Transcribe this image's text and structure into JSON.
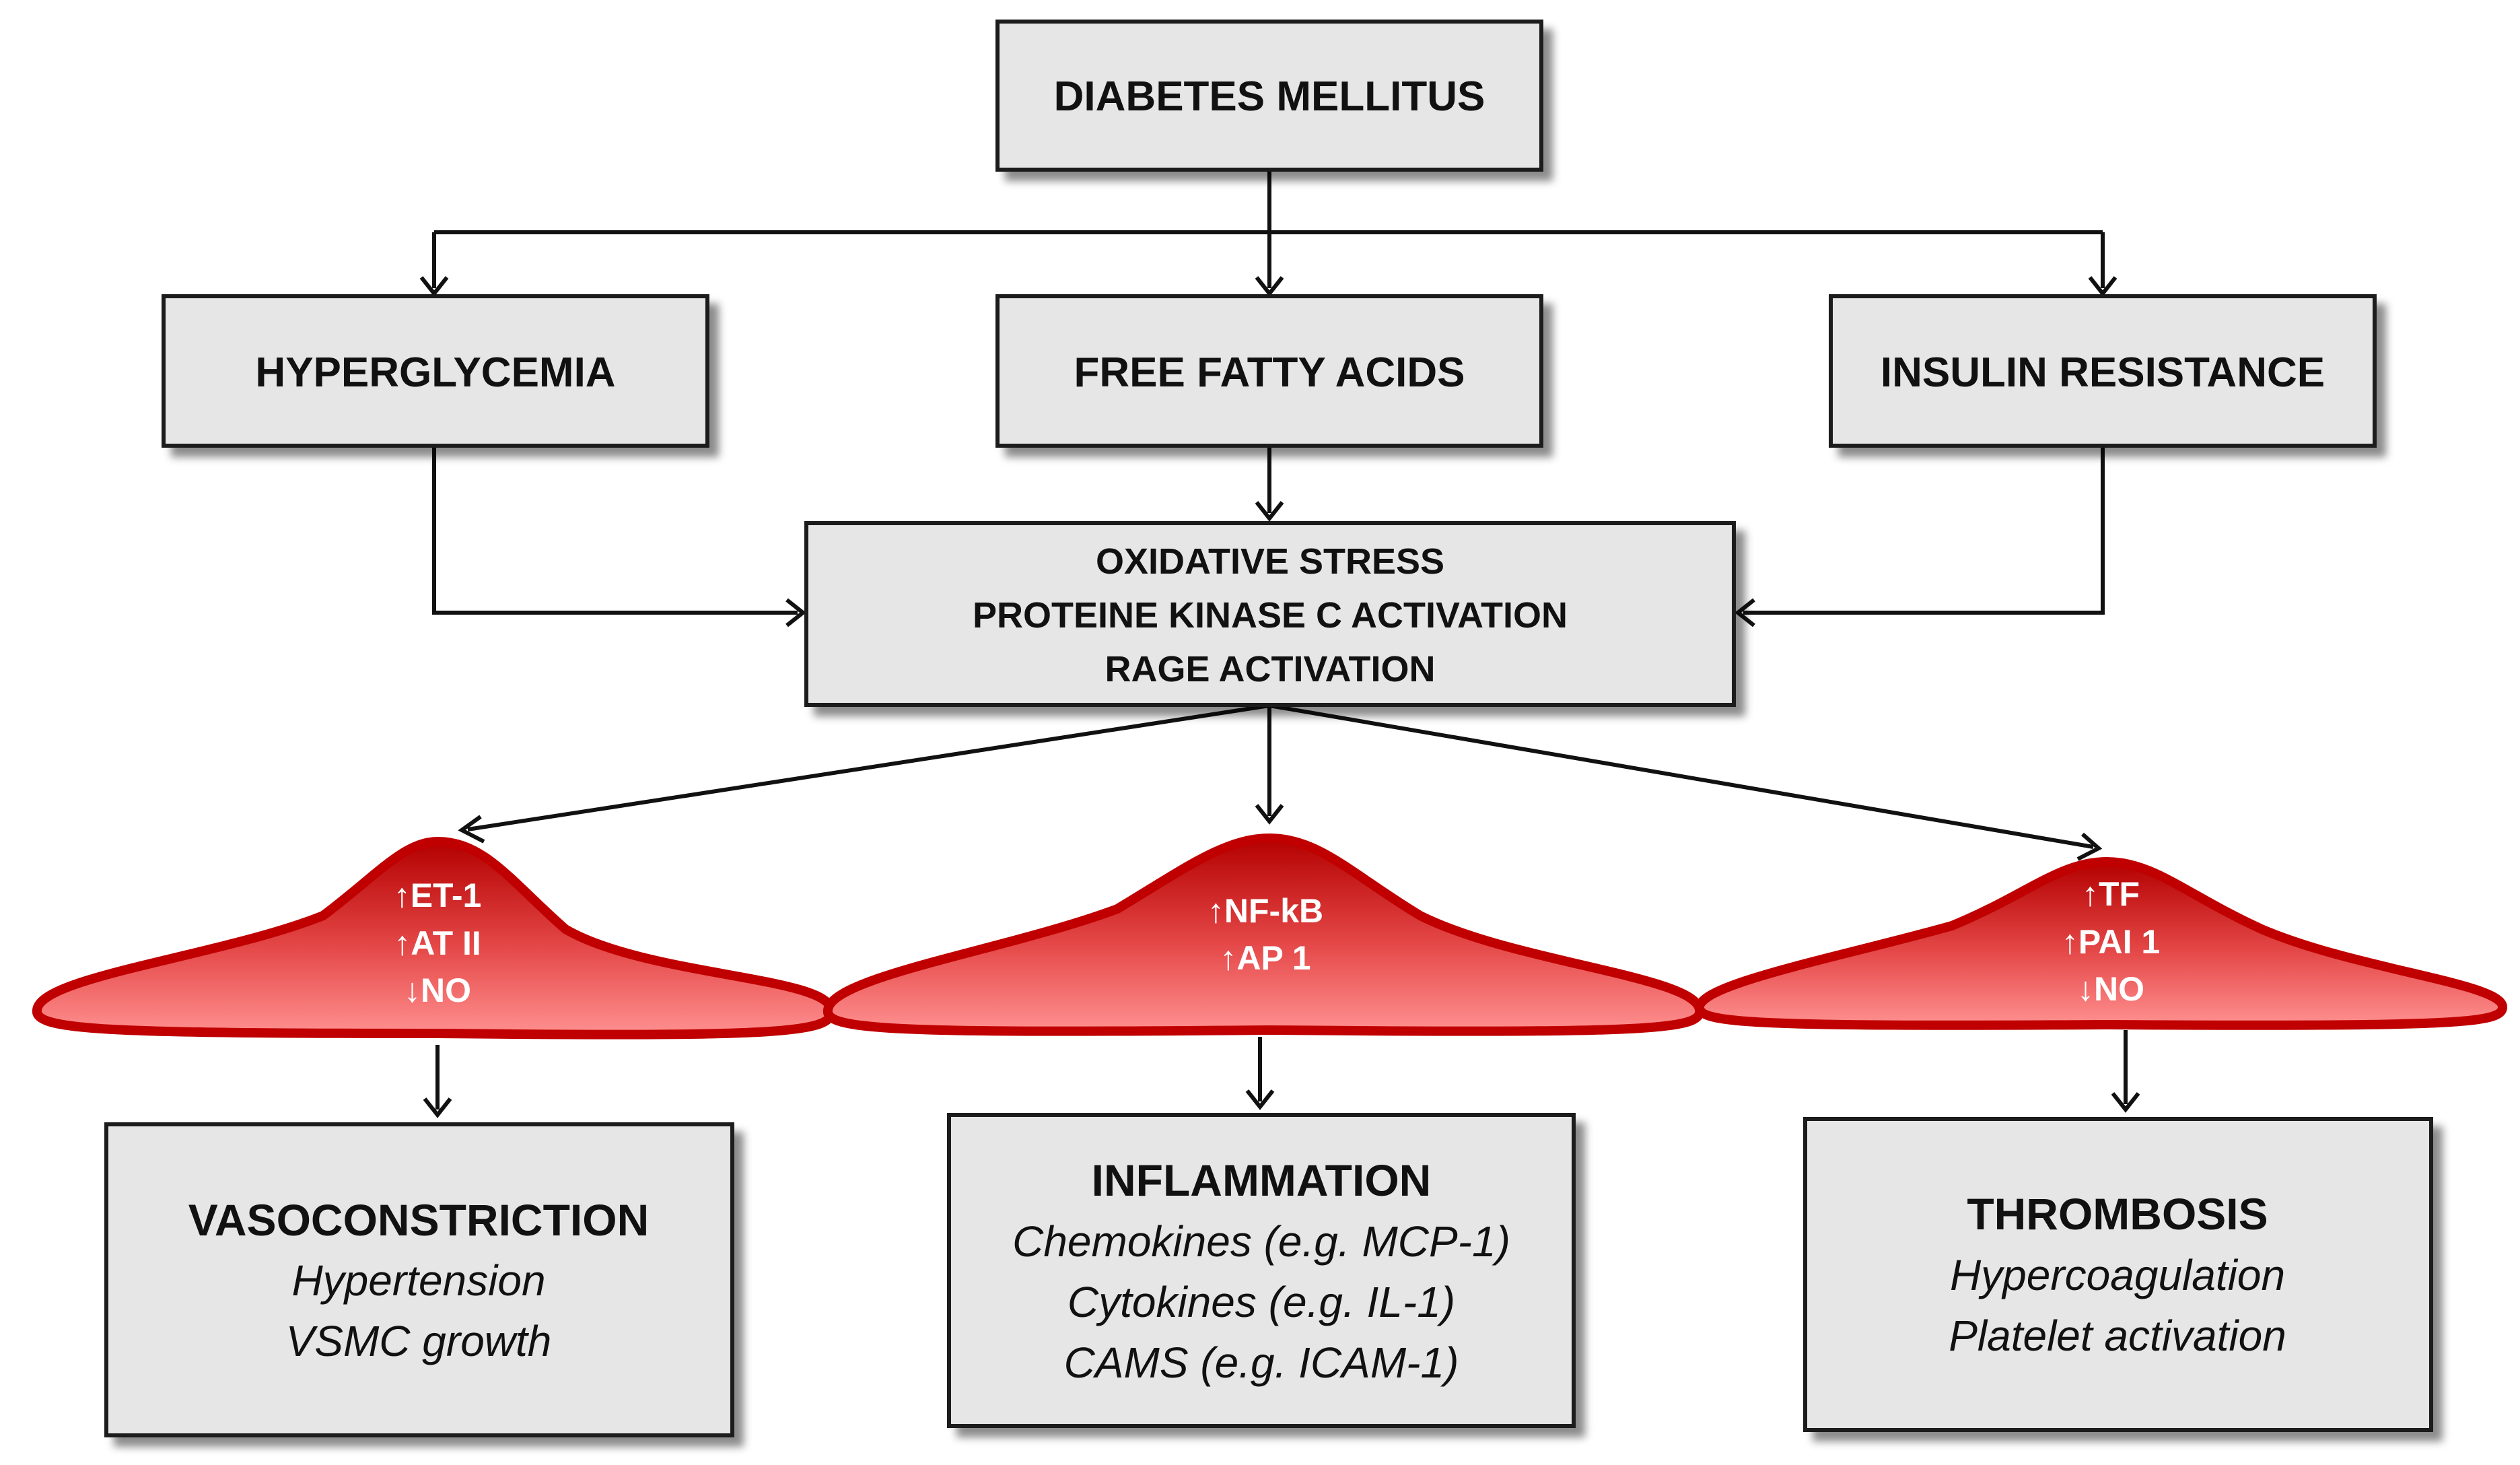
{
  "colors": {
    "box_fill": "#e6e6e6",
    "box_stroke": "#1a1a1a",
    "cell_fill_top": "#b40000",
    "cell_fill_bottom": "#ff8a8a",
    "cell_stroke": "#c00000"
  },
  "top": {
    "title": "DIABETES MELLITUS"
  },
  "level2": {
    "hyperglycemia": "HYPERGLYCEMIA",
    "free_fatty_acids": "FREE FATTY ACIDS",
    "insulin_resistance": "INSULIN RESISTANCE"
  },
  "mechanisms": {
    "line1": "OXIDATIVE STRESS",
    "line2": "PROTEINE KINASE C ACTIVATION",
    "line3": "RAGE ACTIVATION"
  },
  "cells": {
    "left": [
      "↑ET-1",
      "↑AT II",
      "↓NO"
    ],
    "middle": [
      "↑NF-kB",
      "↑AP 1"
    ],
    "right": [
      "↑TF",
      "↑PAI 1",
      "↓NO"
    ]
  },
  "outcomes": {
    "vasoconstriction": {
      "title": "VASOCONSTRICTION",
      "items": [
        "Hypertension",
        "VSMC growth"
      ]
    },
    "inflammation": {
      "title": "INFLAMMATION",
      "items": [
        "Chemokines (e.g. MCP-1)",
        "Cytokines (e.g. IL-1)",
        "CAMS (e.g. ICAM-1)"
      ]
    },
    "thrombosis": {
      "title": "THROMBOSIS",
      "items": [
        "Hypercoagulation",
        "Platelet activation"
      ]
    }
  }
}
